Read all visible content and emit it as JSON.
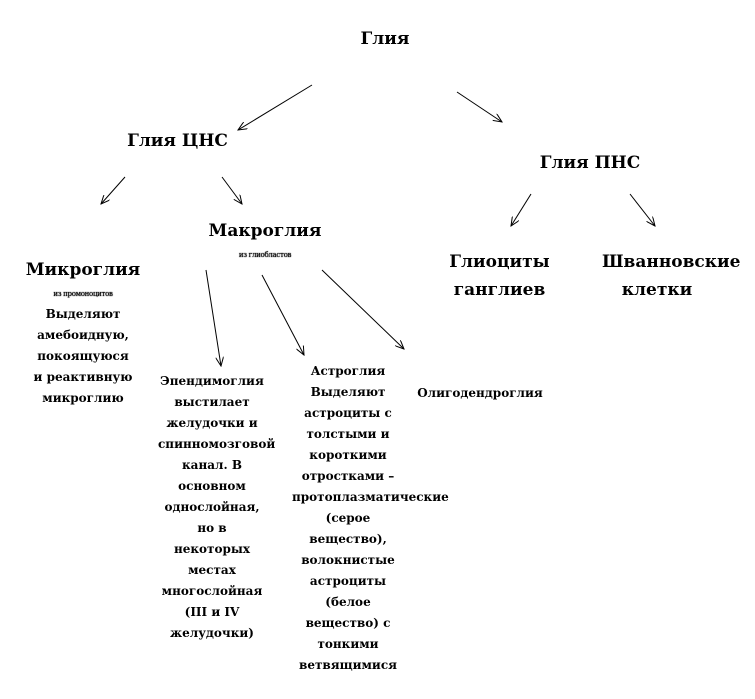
{
  "root": {
    "label": "Глия"
  },
  "cns": {
    "label": "Глия ЦНС"
  },
  "pns": {
    "label": "Глия ПНС"
  },
  "microglia": {
    "label": "Микроглия",
    "origin": "из промоноцитов",
    "text": "Выделяют амебоидную, покоящуюся и реактивную микроглию"
  },
  "macroglia": {
    "label": "Макроглия",
    "origin": "из глиобластов"
  },
  "ependymoglia": {
    "text": "Эпендимоглия выстилает желудочки и спинномозговой канал. В основном однослойная, но в некоторых местах многослойная (III и IV желудочки)"
  },
  "astroglia": {
    "text": "Астроглия Выделяют астроциты с толстыми и короткими отростками – протоплазматические (серое вещество), волокнистые астроциты (белое вещество) с тонкими ветвящимися"
  },
  "oligodendroglia": {
    "text": "Олигодендроглия"
  },
  "ganglion_gliocytes": {
    "label": "Глиоциты ганглиев"
  },
  "schwann": {
    "label": "Шванновские клетки"
  }
}
